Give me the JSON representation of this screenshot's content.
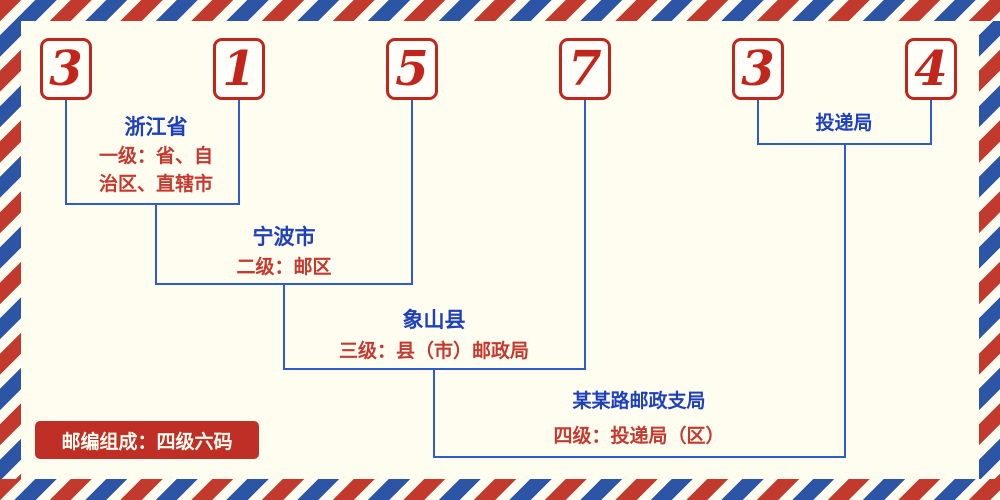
{
  "postal_code": {
    "digits": [
      "3",
      "1",
      "5",
      "7",
      "3",
      "4"
    ]
  },
  "levels": {
    "province": {
      "name": "浙江省",
      "desc": "一级：省、自治区、直辖市"
    },
    "city": {
      "name": "宁波市",
      "desc": "二级：邮区"
    },
    "county": {
      "name": "象山县",
      "desc": "三级：县（市）邮政局"
    },
    "delivery": {
      "name": "投递局"
    },
    "branch": {
      "name": "某某路邮政支局",
      "desc": "四级：投递局（区）"
    }
  },
  "footer": {
    "composition_label": "邮编组成：四级六码"
  },
  "colors": {
    "digit_red": "#c2251c",
    "line_blue": "#2f5bd0",
    "name_blue": "#1e40bb",
    "desc_red": "#c43a30",
    "badge_red": "#bf2f26",
    "stripe_red": "#c23a2e",
    "stripe_blue": "#2d55a5",
    "background": "#fffdf0"
  }
}
